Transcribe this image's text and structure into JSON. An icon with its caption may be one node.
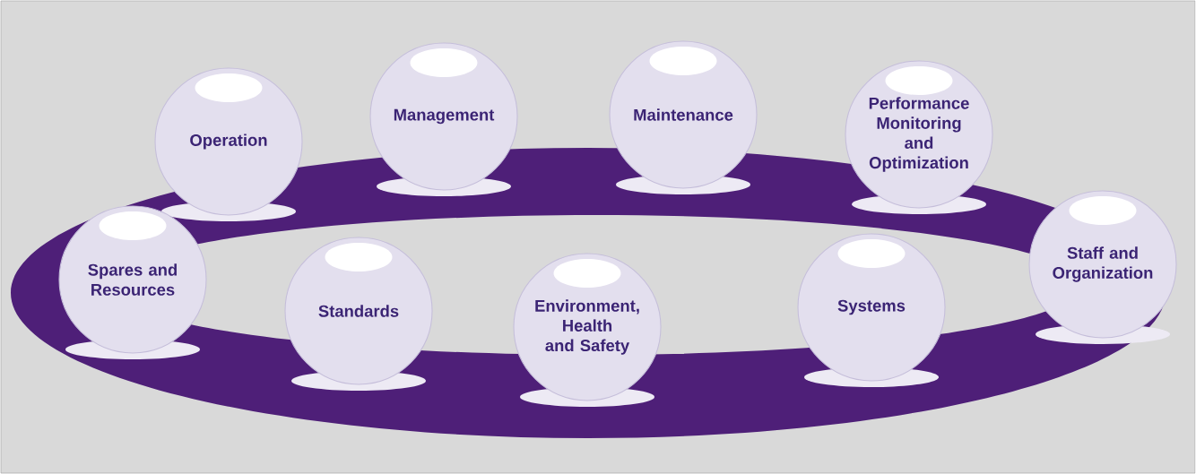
{
  "diagram": {
    "nodes": [
      {
        "text": [
          "Operation"
        ]
      },
      {
        "text": [
          "Management"
        ]
      },
      {
        "text": [
          "Maintenance"
        ]
      },
      {
        "text": [
          "Performance Monitoring and Optimization"
        ]
      },
      {
        "text": [
          "Spares and Resources"
        ]
      },
      {
        "text": [
          "Standards"
        ]
      },
      {
        "text": [
          "Environment, Health and Safety"
        ]
      },
      {
        "text": [
          "Systems"
        ]
      },
      {
        "text": [
          "Staff and Organization"
        ]
      }
    ]
  }
}
